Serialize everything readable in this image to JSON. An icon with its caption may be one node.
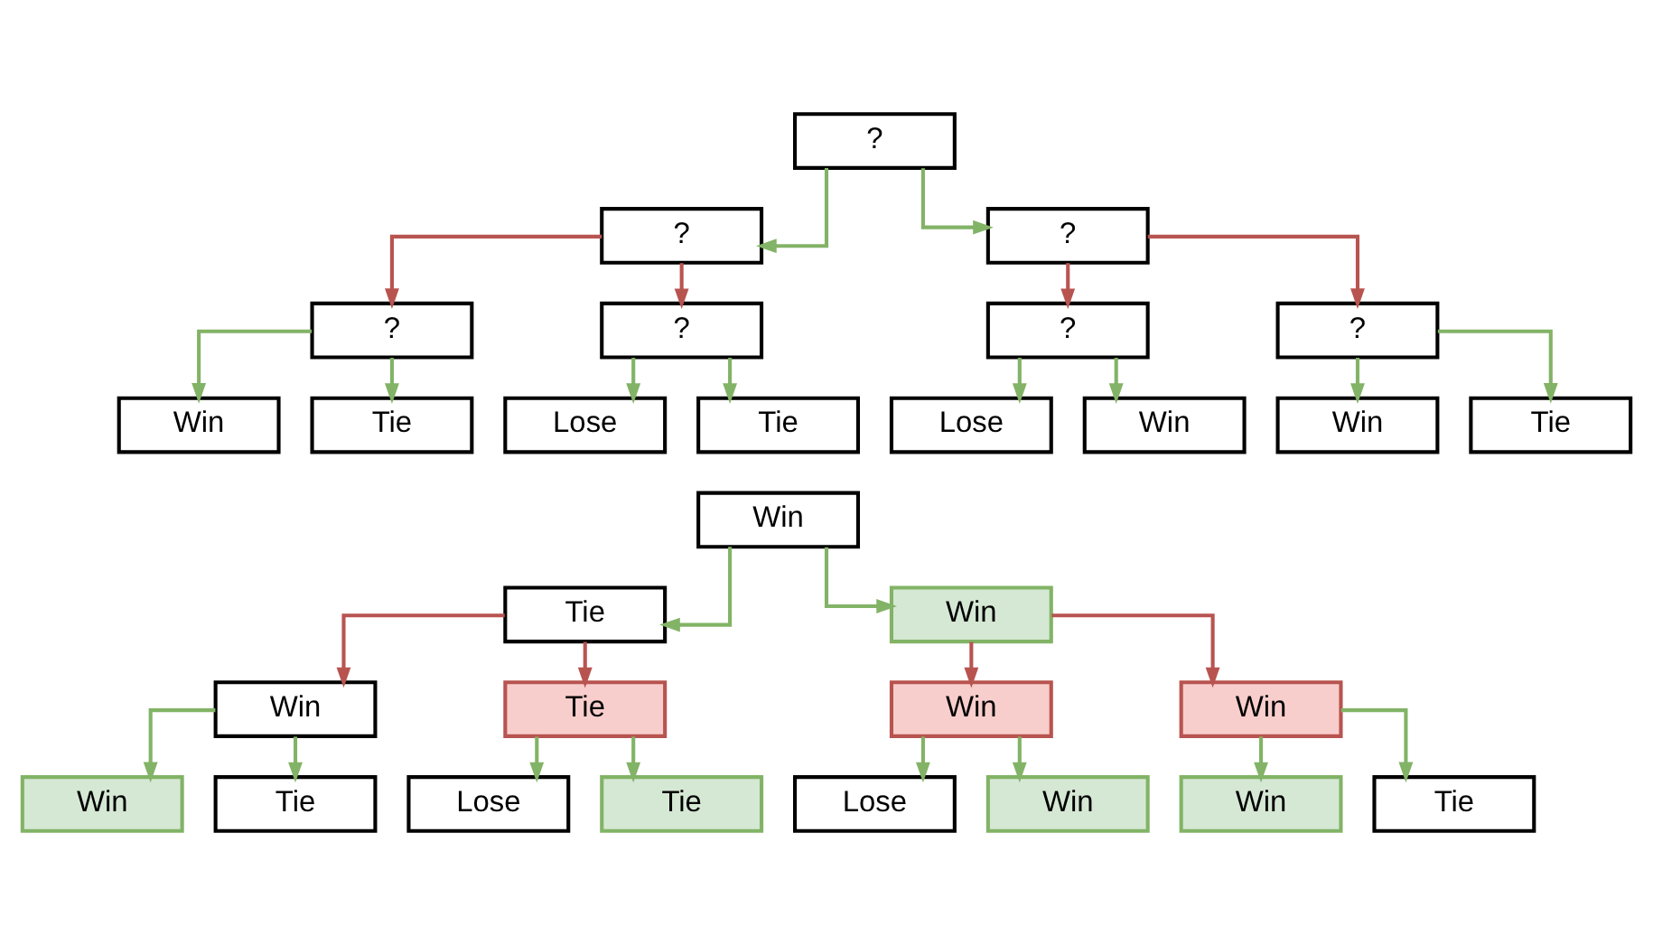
{
  "diagram": {
    "nodes": [
      {
        "text": [
          "?"
        ]
      },
      {
        "text": [
          "?"
        ]
      },
      {
        "text": [
          "?"
        ]
      },
      {
        "text": [
          "?"
        ]
      },
      {
        "text": [
          "?"
        ]
      },
      {
        "text": [
          "?"
        ]
      },
      {
        "text": [
          "?"
        ]
      },
      {
        "text": [
          "Win"
        ]
      },
      {
        "text": [
          "Tie"
        ]
      },
      {
        "text": [
          "Lose"
        ]
      },
      {
        "text": [
          "Tie"
        ]
      },
      {
        "text": [
          "Lose"
        ]
      },
      {
        "text": [
          "Win"
        ]
      },
      {
        "text": [
          "Win"
        ]
      },
      {
        "text": [
          "Tie"
        ]
      },
      {
        "text": [
          "Win"
        ]
      },
      {
        "text": [
          "Tie"
        ]
      },
      {
        "text": [
          "Win"
        ]
      },
      {
        "text": [
          "Win"
        ]
      },
      {
        "text": [
          "Tie"
        ]
      },
      {
        "text": [
          "Win"
        ]
      },
      {
        "text": [
          "Win"
        ]
      },
      {
        "text": [
          "Win"
        ]
      },
      {
        "text": [
          "Tie"
        ]
      },
      {
        "text": [
          "Lose"
        ]
      },
      {
        "text": [
          "Tie"
        ]
      },
      {
        "text": [
          "Lose"
        ]
      },
      {
        "text": [
          "Win"
        ]
      },
      {
        "text": [
          "Win"
        ]
      },
      {
        "text": [
          "Tie"
        ]
      }
    ],
    "edges": [
      {
        "from": 0,
        "to": 1,
        "arrow": "to"
      },
      {
        "from": 0,
        "to": 2,
        "arrow": "to"
      },
      {
        "from": 1,
        "to": 3,
        "arrow": "to",
        "color": "#b85450"
      },
      {
        "from": 1,
        "to": 4,
        "arrow": "to",
        "color": "#b85450"
      },
      {
        "from": 2,
        "to": 5,
        "arrow": "to",
        "color": "#b85450"
      },
      {
        "from": 2,
        "to": 6,
        "arrow": "to",
        "color": "#b85450"
      },
      {
        "from": 3,
        "to": 7,
        "arrow": "to"
      },
      {
        "from": 3,
        "to": 8,
        "arrow": "to"
      },
      {
        "from": 4,
        "to": 9,
        "arrow": "to"
      },
      {
        "from": 4,
        "to": 10,
        "arrow": "to"
      },
      {
        "from": 5,
        "to": 11,
        "arrow": "to"
      },
      {
        "from": 5,
        "to": 12,
        "arrow": "to"
      },
      {
        "from": 6,
        "to": 13,
        "arrow": "to"
      },
      {
        "from": 6,
        "to": 14,
        "arrow": "to"
      },
      {
        "from": 15,
        "to": 16,
        "arrow": "to"
      },
      {
        "from": 15,
        "to": 17,
        "arrow": "to"
      },
      {
        "from": 16,
        "to": 18,
        "arrow": "to",
        "color": "#b85450"
      },
      {
        "from": 16,
        "to": 19,
        "arrow": "to",
        "color": "#b85450"
      },
      {
        "from": 17,
        "to": 20,
        "arrow": "to",
        "color": "#b85450"
      },
      {
        "from": 17,
        "to": 21,
        "arrow": "to",
        "color": "#b85450"
      },
      {
        "from": 18,
        "to": 22,
        "arrow": "to"
      },
      {
        "from": 18,
        "to": 23,
        "arrow": "to"
      },
      {
        "from": 19,
        "to": 24,
        "arrow": "to"
      },
      {
        "from": 19,
        "to": 25,
        "arrow": "to"
      },
      {
        "from": 20,
        "to": 26,
        "arrow": "to"
      },
      {
        "from": 20,
        "to": 27,
        "arrow": "to"
      },
      {
        "from": 21,
        "to": 28,
        "arrow": "to"
      },
      {
        "from": 21,
        "to": 29,
        "arrow": "to"
      }
    ]
  }
}
